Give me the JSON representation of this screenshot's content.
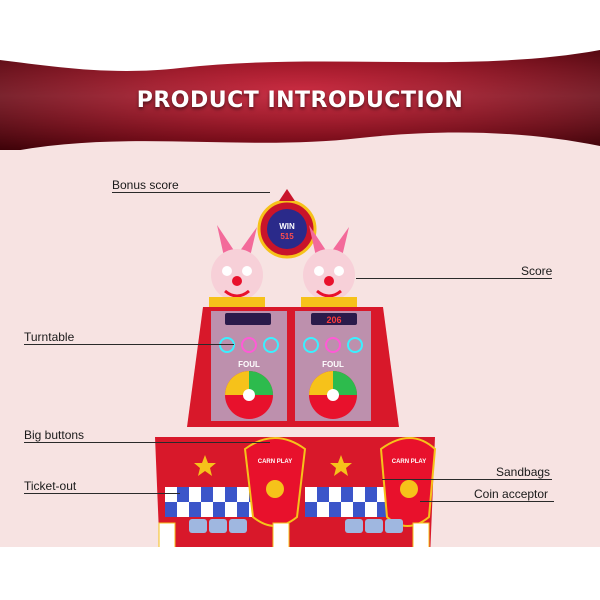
{
  "banner": {
    "title": "PRODUCT INTRODUCTION"
  },
  "callouts": {
    "bonus_score": "Bonus score",
    "score": "Score",
    "turntable": "Turntable",
    "big_buttons": "Big buttons",
    "sandbags": "Sandbags",
    "ticket_out": "Ticket-out",
    "coin_acceptor": "Coin acceptor"
  },
  "machine": {
    "top_sign": "WIN",
    "top_sign_value": "515",
    "left_score": "",
    "right_score": "206",
    "foul_left": "FOUL",
    "foul_right": "FOUL",
    "panel_left": "CARN PLAY",
    "panel_right": "CARN PLAY"
  },
  "colors": {
    "banner": "#9b0d1f",
    "background": "#f7e3e2",
    "cabinet_red": "#d8182a",
    "accent_yellow": "#f6c21a",
    "check_blue": "#3b55c9"
  }
}
